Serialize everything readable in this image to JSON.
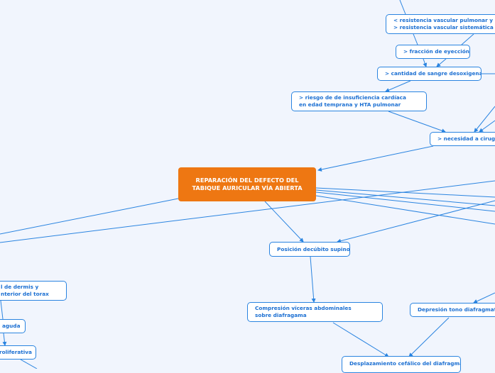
{
  "colors": {
    "background": "#f1f5fd",
    "node_border": "#2a84e0",
    "node_text": "#1b6fd2",
    "central": "#ee7712",
    "connector": "#2a84e0"
  },
  "central": {
    "label": "REPARACIÓN DEL DEFECTO DEL TABIQUE AURICULAR VÍA ABIERTA"
  },
  "nodes": {
    "resistencia": "< resistencia vascular pulmonar y > resistencia vascular sistemática",
    "fraccion": "> fracción de eyección",
    "cantidad": "> cantidad de sangre desoxigena",
    "riesgo": "> riesgo de  de insuficiencia cardíaca en edad temprana y HTA pulmonar",
    "necesidad": "> necesidad a cirugía",
    "posicion": "Posición decúbito supino",
    "compresion": "Compresión vïceras abdominales sobre diafragama",
    "depresion": "Depresión tono diafragmatico",
    "desplazamiento": "Desplazamiento cefálico del diafragma",
    "left_dermis": "l de dermis y nterior del torax",
    "left_aguda": "aguda",
    "left_proliferativa": "roliferativa"
  }
}
